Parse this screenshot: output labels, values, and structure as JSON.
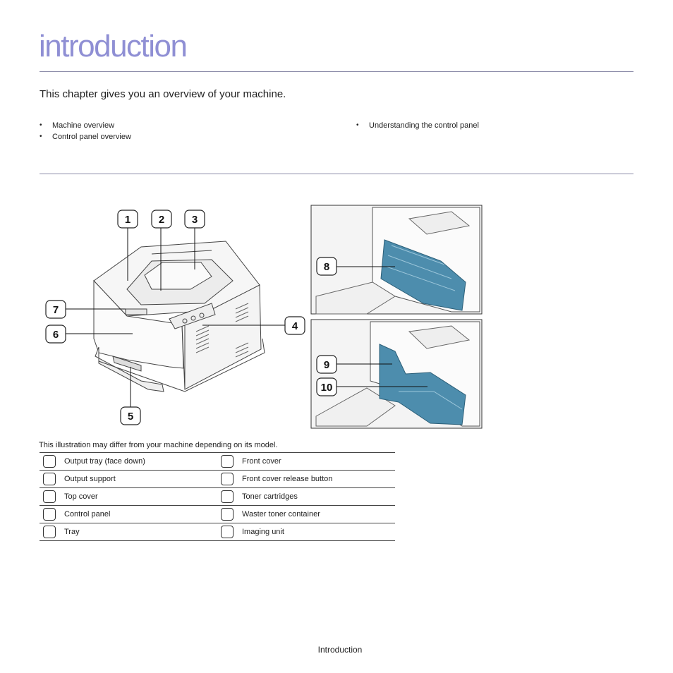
{
  "page": {
    "title": "introduction",
    "intro": "This chapter gives you an overview of your machine.",
    "footer": "Introduction"
  },
  "toc": {
    "left": [
      "Machine overview",
      "Control panel overview"
    ],
    "right": [
      "Understanding the control panel"
    ]
  },
  "figure": {
    "callouts": [
      "1",
      "2",
      "3",
      "4",
      "5",
      "6",
      "7",
      "8",
      "9",
      "10"
    ],
    "caption": "This illustration may differ from your machine depending on its model."
  },
  "legend": {
    "rows": [
      {
        "left": "Output tray (face down)",
        "right": "Front cover"
      },
      {
        "left": "Output support",
        "right": "Front cover release button"
      },
      {
        "left": "Top cover",
        "right": "Toner cartridges"
      },
      {
        "left": "Control panel",
        "right": "Waster toner container"
      },
      {
        "left": "Tray",
        "right": "Imaging unit"
      }
    ]
  }
}
